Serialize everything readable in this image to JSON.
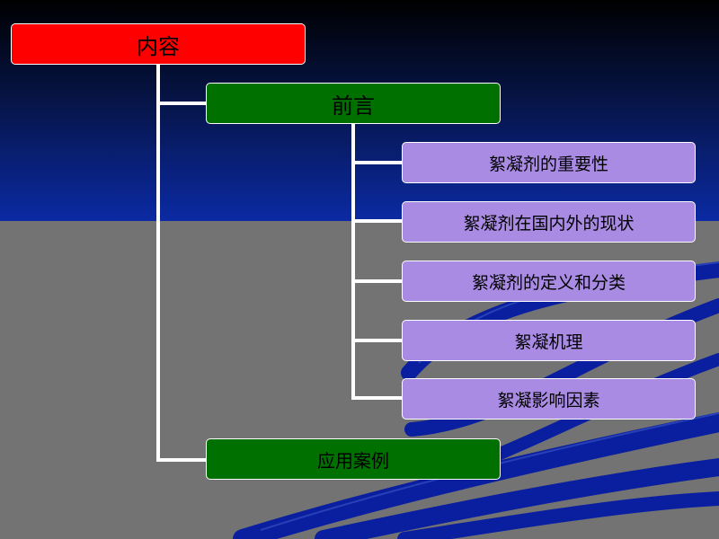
{
  "root": {
    "label": "内容"
  },
  "sections": [
    {
      "label": "前言",
      "children": [
        {
          "label": "絮凝剂的重要性"
        },
        {
          "label": "絮凝剂在国内外的现状"
        },
        {
          "label": "絮凝剂的定义和分类"
        },
        {
          "label": "絮凝机理"
        },
        {
          "label": "絮凝影响因素"
        }
      ]
    },
    {
      "label": "应用案例"
    }
  ],
  "colors": {
    "root": "#ff0000",
    "section": "#007000",
    "leaf": "#a98be4",
    "connector": "#ffffff",
    "sky_top": "#000000",
    "sky_bottom": "#0b2aa3",
    "ground": "#737373",
    "stripes": "#0a1fa0"
  }
}
